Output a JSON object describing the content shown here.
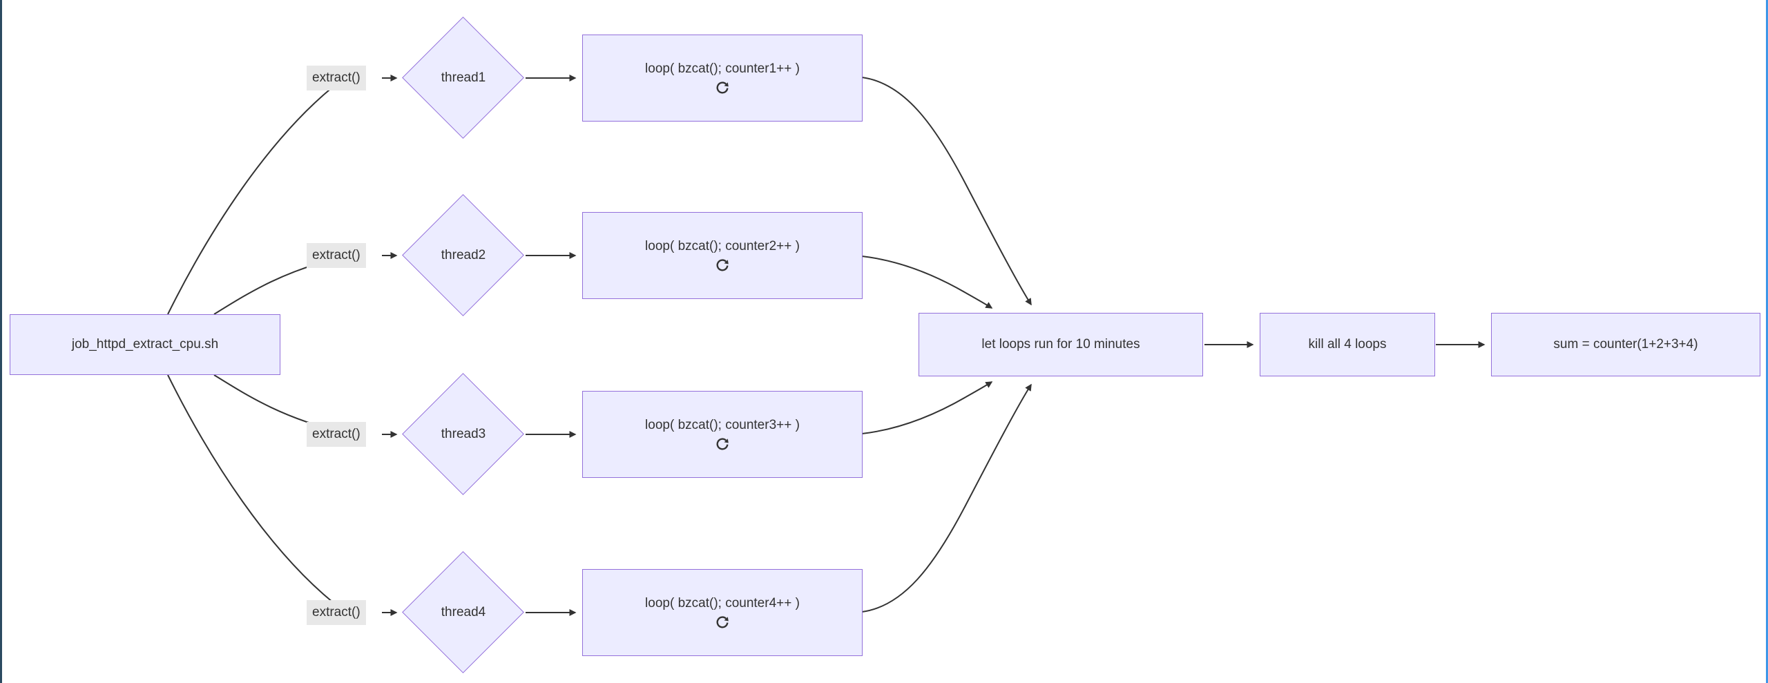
{
  "frame": {
    "left_bar_color": "#2b4a61",
    "right_bar_color": "#3d96e8"
  },
  "diagram": {
    "type": "flowchart",
    "root": {
      "label": "job_httpd_extract_cpu.sh"
    },
    "threads": [
      {
        "edge_label": "extract()",
        "decision": "thread1",
        "loop_label": "loop( bzcat(); counter1++ )"
      },
      {
        "edge_label": "extract()",
        "decision": "thread2",
        "loop_label": "loop( bzcat(); counter2++ )"
      },
      {
        "edge_label": "extract()",
        "decision": "thread3",
        "loop_label": "loop( bzcat(); counter3++ )"
      },
      {
        "edge_label": "extract()",
        "decision": "thread4",
        "loop_label": "loop( bzcat(); counter4++ )"
      }
    ],
    "wait": {
      "label": "let loops run for 10 minutes"
    },
    "kill": {
      "label": "kill all 4 loops"
    },
    "sum": {
      "label": "sum = counter(1+2+3+4)"
    },
    "icons": {
      "loop_icon": "clockwise-rotate-arrow"
    },
    "colors": {
      "node_fill": "#ECECFF",
      "node_border": "#9370DB",
      "edge": "#333333",
      "edge_label_bg": "#e8e8e8",
      "text": "#333333"
    }
  }
}
